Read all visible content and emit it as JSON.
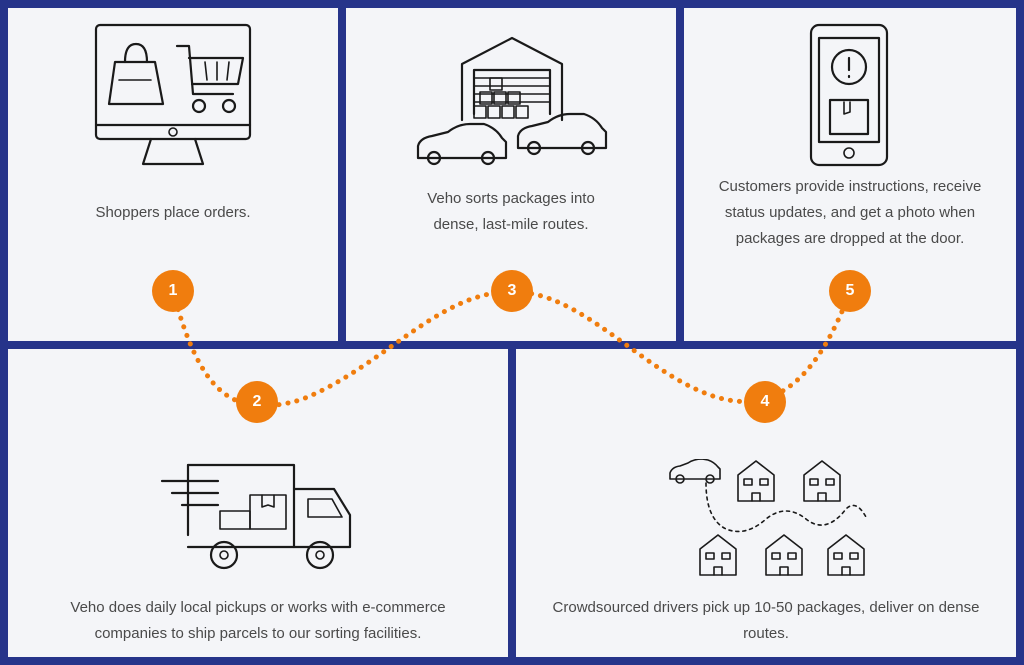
{
  "steps": [
    {
      "number": "1",
      "caption": "Shoppers place orders."
    },
    {
      "number": "2",
      "caption": "Veho does daily local pickups or works with e-commerce companies to ship parcels to our sorting facilities."
    },
    {
      "number": "3",
      "caption": "Veho sorts packages into dense, last-mile routes."
    },
    {
      "number": "4",
      "caption": "Crowdsourced drivers pick up 10-50 packages, deliver on dense routes."
    },
    {
      "number": "5",
      "caption": "Customers provide instructions, receive status updates, and get a photo when packages are dropped at the door."
    }
  ],
  "colors": {
    "frame": "#26348a",
    "panel": "#f4f5f8",
    "badge": "#f07d0e",
    "path": "#f07d0e"
  },
  "icons": [
    "computer-shopping-icon",
    "delivery-truck-icon",
    "warehouse-cars-icon",
    "route-houses-icon",
    "smartphone-alert-icon"
  ]
}
